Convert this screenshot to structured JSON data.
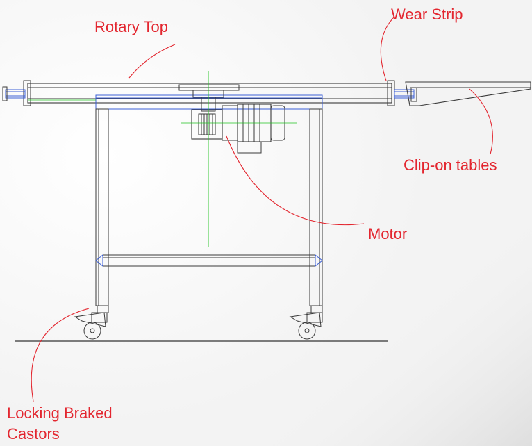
{
  "labels": {
    "rotary_top": "Rotary Top",
    "wear_strip": "Wear Strip",
    "clip_on_tables": "Clip-on tables",
    "motor": "Motor",
    "castors_line1": "Locking Braked",
    "castors_line2": "Castors"
  },
  "colors": {
    "callout": "#e3262f",
    "outline": "#3a3a3a",
    "accent_blue": "#3b5fd6",
    "centerline_green": "#22c322"
  }
}
